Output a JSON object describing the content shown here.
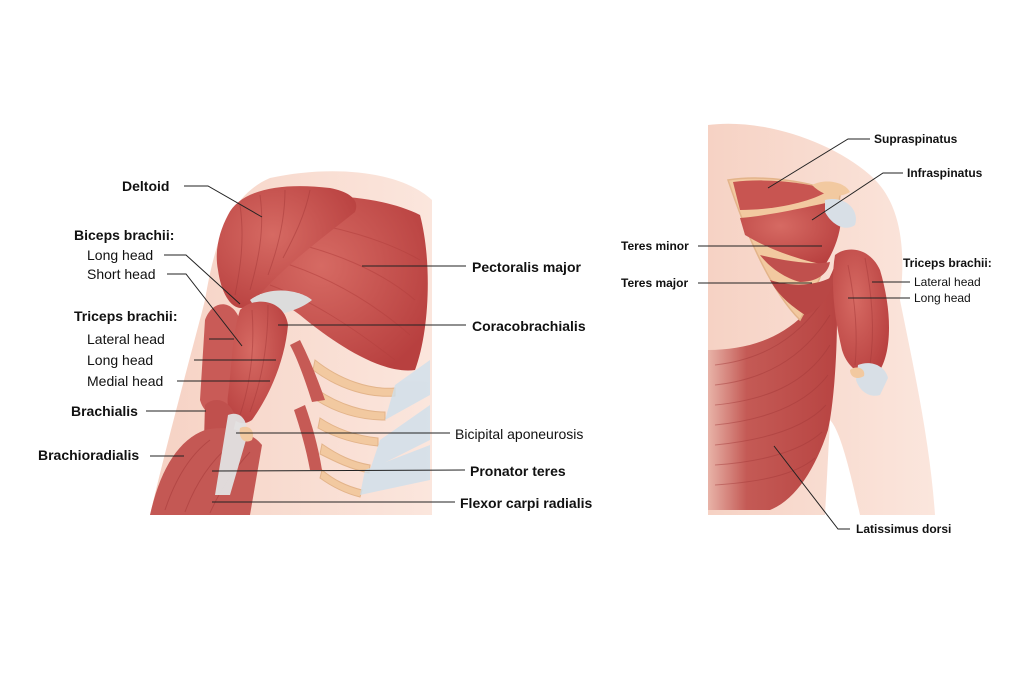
{
  "front": {
    "deltoid": "Deltoid",
    "biceps_heading": "Biceps brachii:",
    "biceps_long": "Long head",
    "biceps_short": "Short head",
    "triceps_heading": "Triceps brachii:",
    "triceps_lateral": "Lateral head",
    "triceps_long": "Long head",
    "triceps_medial": "Medial head",
    "brachialis": "Brachialis",
    "brachioradialis": "Brachioradialis",
    "pectoralis_major": "Pectoralis major",
    "coracobrachialis": "Coracobrachialis",
    "bicipital_aponeurosis": "Bicipital aponeurosis",
    "pronator_teres": "Pronator teres",
    "flexor_carpi_radialis": "Flexor carpi radialis"
  },
  "back": {
    "supraspinatus": "Supraspinatus",
    "infraspinatus": "Infraspinatus",
    "teres_minor": "Teres minor",
    "teres_major": "Teres major",
    "triceps_heading": "Triceps brachii:",
    "triceps_lateral": "Lateral head",
    "triceps_long": "Long head",
    "latissimus_dorsi": "Latissimus dorsi"
  },
  "colors": {
    "skin": "#f6d2c4",
    "muscle": "#c8524f",
    "muscle_dark": "#a63a3a",
    "tendon": "#d9d9d9",
    "bone": "#f2c9a0",
    "leader_line": "#222222"
  }
}
